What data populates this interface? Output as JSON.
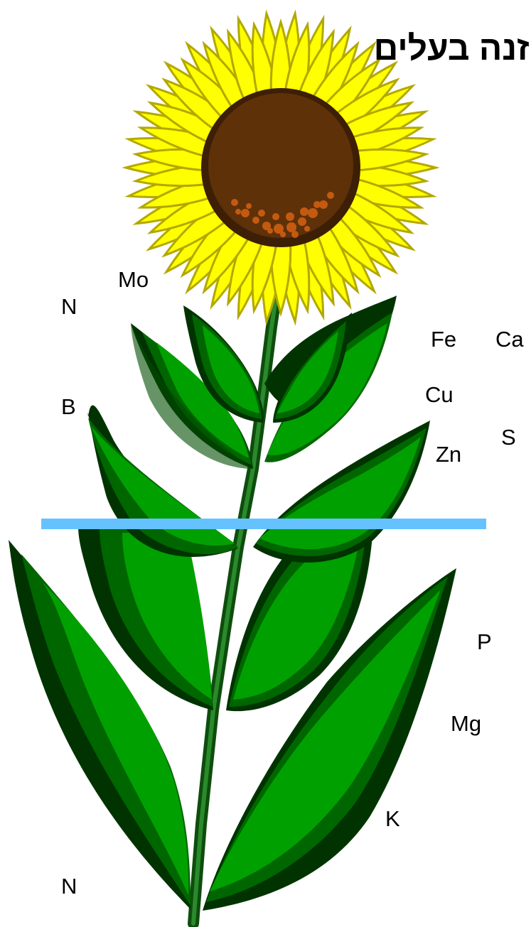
{
  "title": "הזנה בעלים",
  "elements": {
    "mo": "Mo",
    "n_top": "N",
    "b": "B",
    "fe": "Fe",
    "ca": "Ca",
    "cu": "Cu",
    "s": "S",
    "zn": "Zn",
    "p": "P",
    "mg": "Mg",
    "k": "K",
    "n_bottom": "N"
  },
  "colors": {
    "petal": "#ffff00",
    "petal_edge": "#b3a800",
    "center": "#5e3109",
    "center_ring": "#3d1f05",
    "seeds": "#c45a10",
    "leaf_dark": "#003300",
    "leaf_mid": "#006600",
    "leaf_light": "#00a000",
    "stem": "#1f6b1f",
    "divider_line": "#66c2ff"
  }
}
